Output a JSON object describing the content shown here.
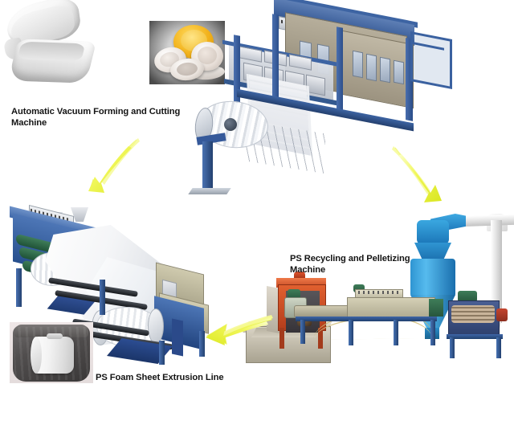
{
  "diagram": {
    "title": "PS Foam Production and Recycling Process Flow",
    "background_color": "#ffffff"
  },
  "labels": [
    {
      "id": "vacuum-forming",
      "text": "Automatic Vacuum Forming and Cutting\nMachine",
      "color": "#141414"
    },
    {
      "id": "ps-recycling",
      "text": "PS Recycling and Pelletizing\nMachine",
      "color": "#141414"
    },
    {
      "id": "ps-foam-sheet",
      "text": "PS Foam Sheet Extrusion Line",
      "color": "#141414"
    }
  ],
  "stations": [
    {
      "id": "vacuum-forming-machine",
      "name": "Automatic Vacuum Forming and Cutting Machine",
      "position": "top-right",
      "primary_color": "#2f5390",
      "body_color": "#a79f8c"
    },
    {
      "id": "ps-foam-sheet-extrusion-line",
      "name": "PS Foam Sheet Extrusion Line",
      "position": "bottom-left",
      "primary_color": "#274f8d",
      "roller_color": "#1f5237"
    },
    {
      "id": "ps-recycling-pelletizing-machine",
      "name": "PS Recycling and Pelletizing Machine",
      "position": "bottom-right",
      "primary_color": "#1b76b8",
      "crusher_color": "#b33d1c"
    }
  ],
  "products": [
    {
      "id": "foam-clamshell-container",
      "name": "White PS foam clamshell lunch box",
      "position": "top-left"
    },
    {
      "id": "foam-plates-photo",
      "name": "White and yellow foam plates and bowls",
      "position": "top-center"
    },
    {
      "id": "foam-roll-photo",
      "name": "Packaged white PS foam sheet roll",
      "position": "bottom-left"
    },
    {
      "id": "ps-pellets-photo",
      "name": "Recycled white PS pellets on wood",
      "position": "bottom-right"
    }
  ],
  "arrows": [
    {
      "id": "arrow-to-extrusion",
      "direction": "down-left",
      "color": "#e8f23c",
      "from": "vacuum-forming-machine",
      "to": "ps-foam-sheet-extrusion-line"
    },
    {
      "id": "arrow-to-recycling",
      "direction": "down-right",
      "color": "#e8f23c",
      "from": "vacuum-forming-machine",
      "to": "ps-recycling-pelletizing-machine"
    },
    {
      "id": "arrow-recycling-to-extrusion",
      "direction": "left",
      "color": "#e8f23c",
      "from": "ps-recycling-pelletizing-machine",
      "to": "ps-foam-sheet-extrusion-line"
    }
  ],
  "colors": {
    "arrow_yellow": "#e8f23c",
    "arrow_yellow_light": "#f7fba8",
    "machine_blue": "#2f5390",
    "machine_blue_light": "#4d76b6",
    "cyclone_blue": "#1b76b8",
    "crusher_orange": "#c4452f",
    "roller_green": "#1f5237",
    "text_dark": "#141414"
  }
}
